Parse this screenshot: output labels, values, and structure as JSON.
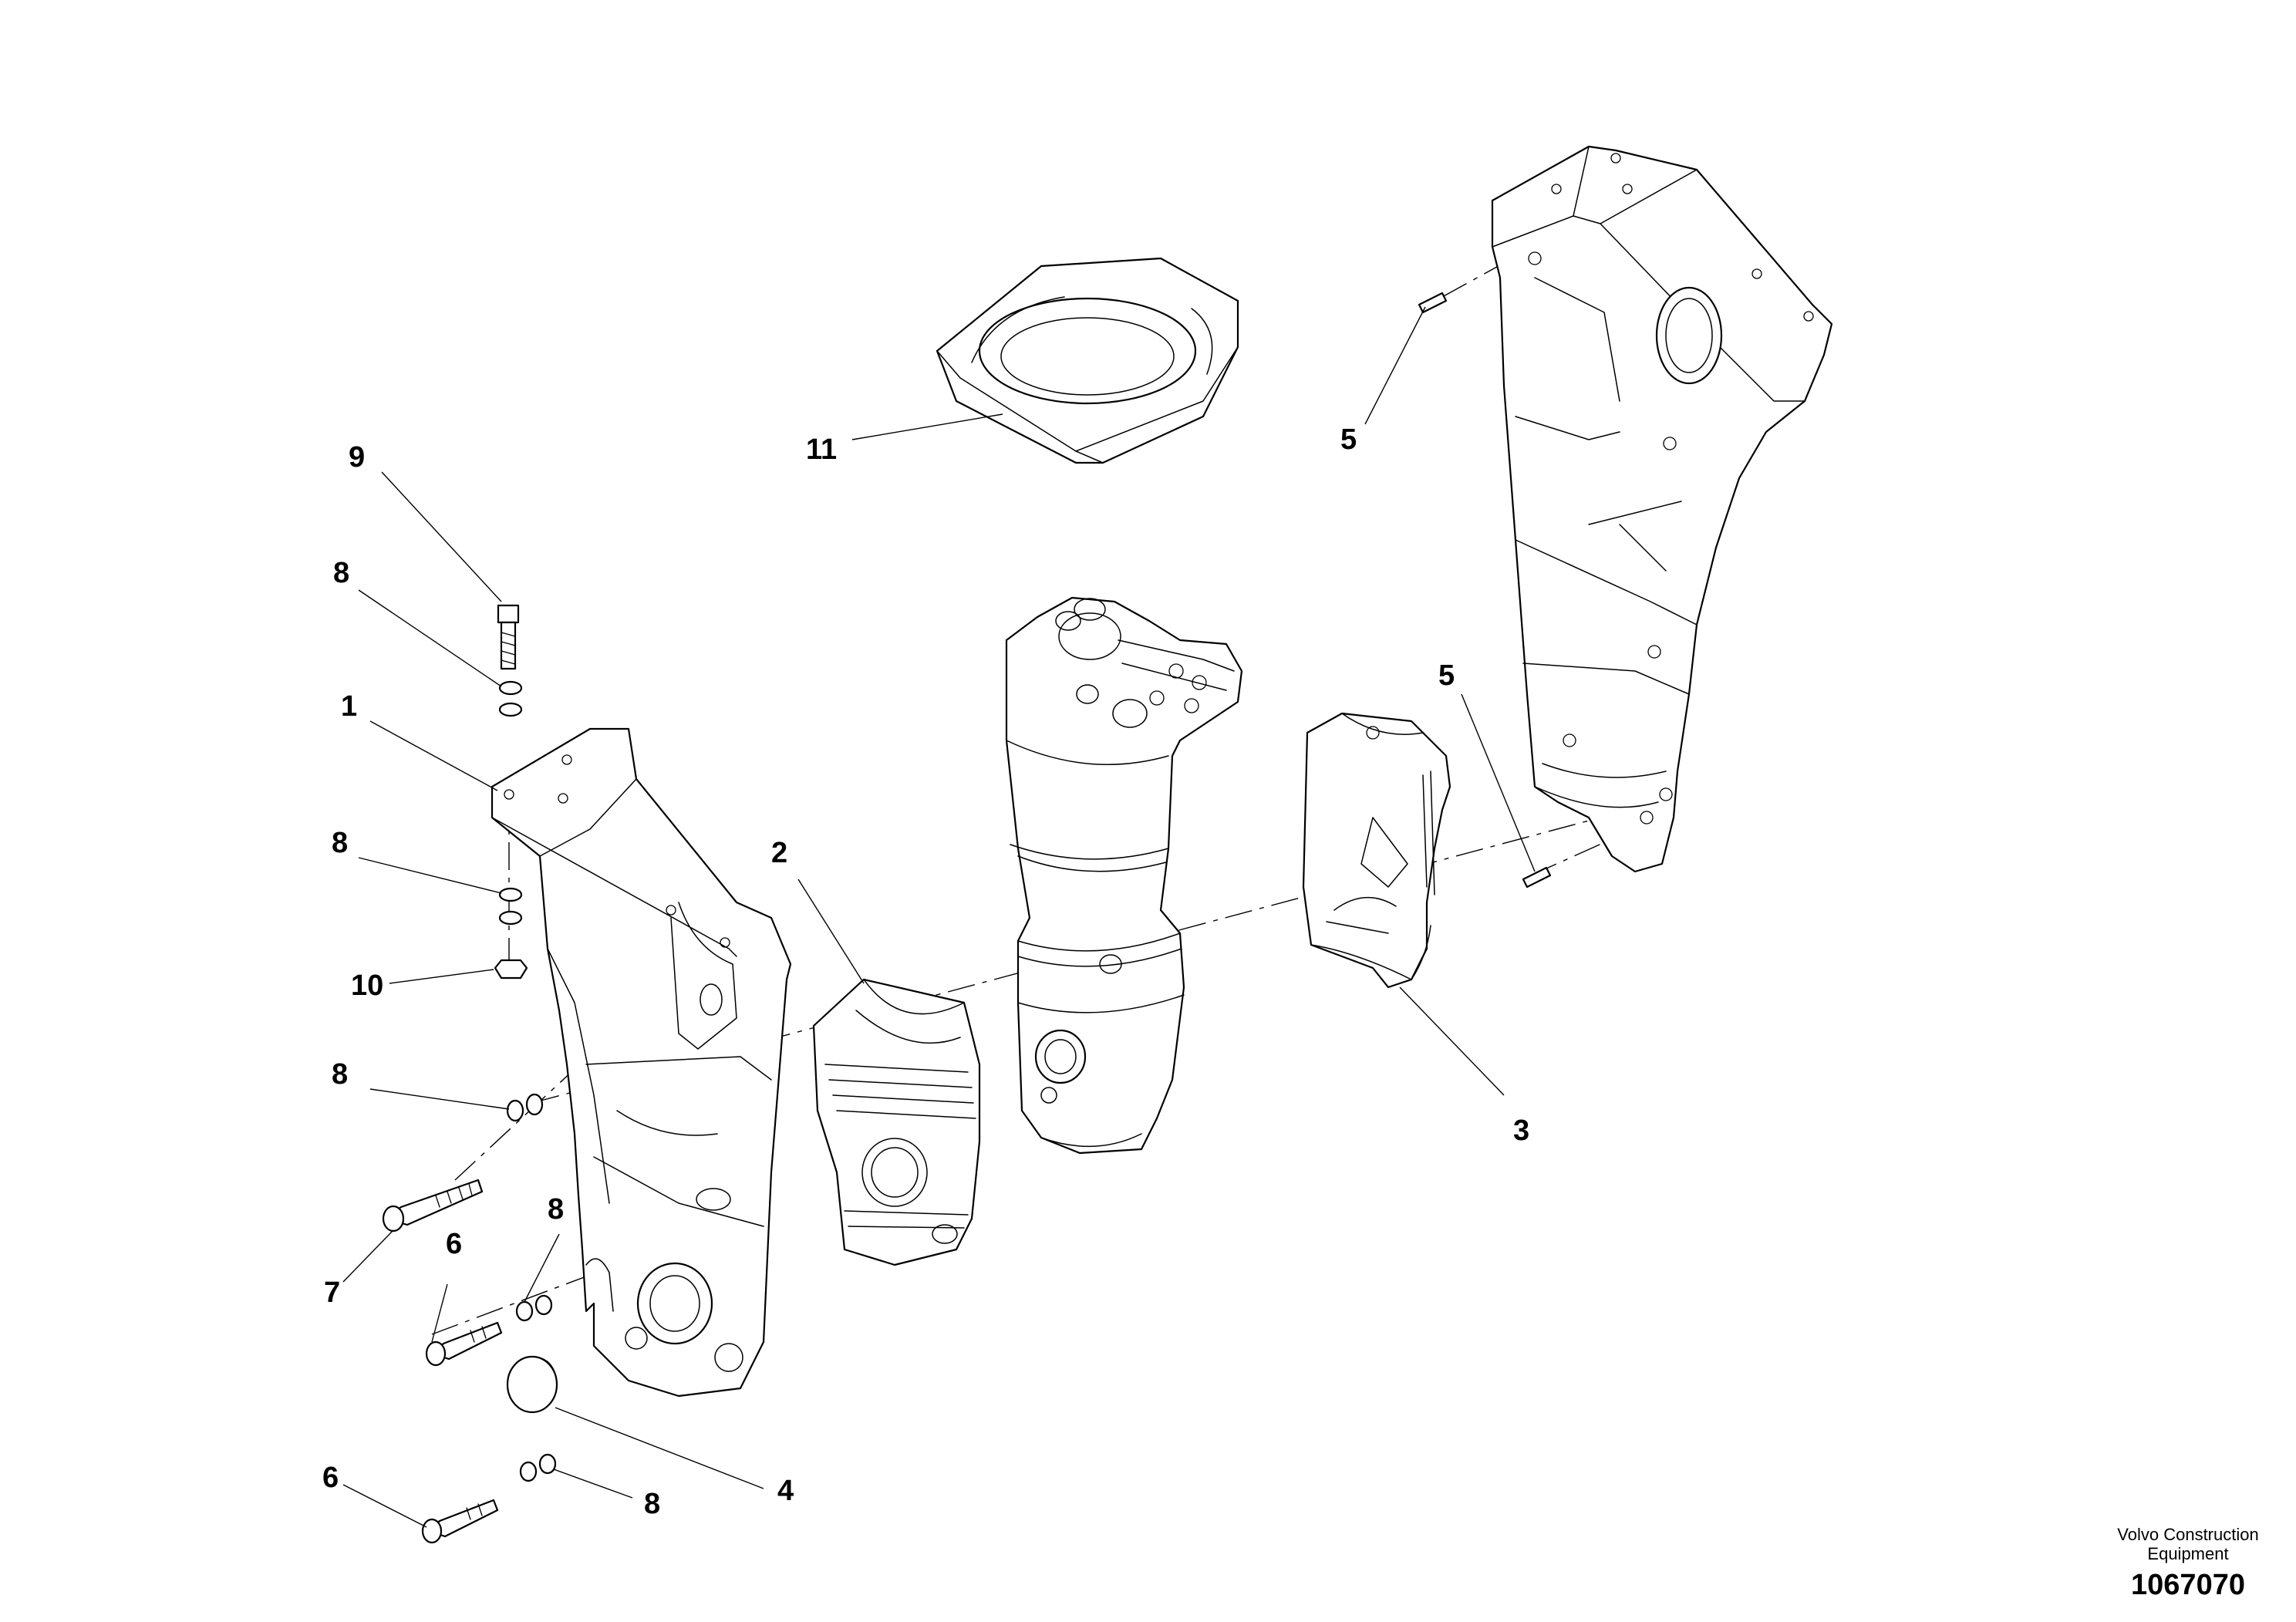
{
  "callouts": {
    "c1": "1",
    "c2": "2",
    "c3": "3",
    "c4": "4",
    "c5a": "5",
    "c5b": "5",
    "c6a": "6",
    "c6b": "6",
    "c7": "7",
    "c8a": "8",
    "c8b": "8",
    "c8c": "8",
    "c8d": "8",
    "c8e": "8",
    "c9": "9",
    "c10": "10",
    "c11": "11"
  },
  "title_block": {
    "company_line1": "Volvo Construction",
    "company_line2": "Equipment",
    "drawing_number": "1067070"
  }
}
